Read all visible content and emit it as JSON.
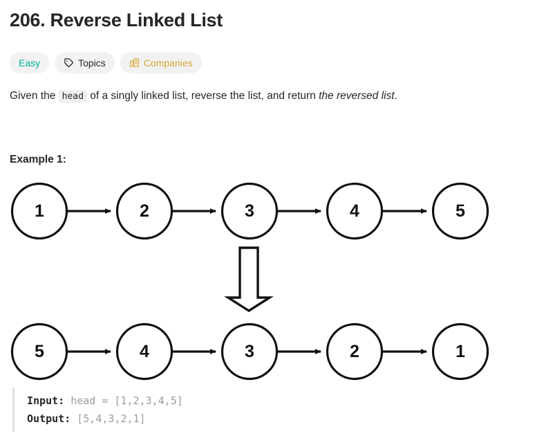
{
  "problem": {
    "title": "206. Reverse Linked List",
    "badges": [
      {
        "label": "Easy",
        "icon": "none",
        "color": "#00af9b"
      },
      {
        "label": "Topics",
        "icon": "tag-icon",
        "color": "#262626"
      },
      {
        "label": "Companies",
        "icon": "building-icon",
        "color": "#d8a93a"
      }
    ],
    "description": {
      "part1": "Given the ",
      "code": "head",
      "part2": " of a singly linked list, reverse the list, and return ",
      "emphasis": "the reversed list",
      "part3": "."
    },
    "example_label": "Example 1:",
    "diagram": {
      "top_row": [
        "1",
        "2",
        "3",
        "4",
        "5"
      ],
      "bottom_row": [
        "5",
        "4",
        "3",
        "2",
        "1"
      ],
      "arrow_down": "downward-block-arrow",
      "node_stroke": "#000000",
      "node_fill": "#ffffff"
    },
    "example_code": {
      "input_label": "Input:",
      "input_value": " head = [1,2,3,4,5]",
      "output_label": "Output:",
      "output_value": " [5,4,3,2,1]"
    }
  }
}
